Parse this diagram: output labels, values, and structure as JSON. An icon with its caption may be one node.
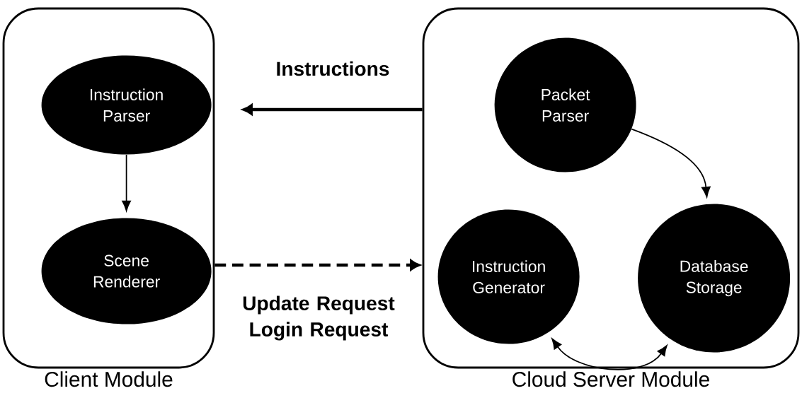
{
  "diagram": {
    "nodes": [
      {
        "text": [
          "Client Module"
        ]
      },
      {
        "text": [
          "Cloud Server Module"
        ]
      },
      {
        "text": [
          "Instruction Parser"
        ],
        "in": 0
      },
      {
        "text": [
          "Scene Renderer"
        ],
        "in": 0
      },
      {
        "text": [
          "Packet Parser"
        ],
        "in": 1
      },
      {
        "text": [
          "Instruction Generator"
        ],
        "in": 1
      },
      {
        "text": [
          "Database Storage"
        ],
        "in": 1
      }
    ],
    "edges": [
      {
        "from": 1,
        "to": 0,
        "arrow": "to",
        "label": "Instructions",
        "style": "thick"
      },
      {
        "from": 0,
        "to": 1,
        "arrow": "to",
        "label": "Update Request Login Request",
        "style": "dashed"
      },
      {
        "from": 2,
        "to": 3,
        "arrow": "to"
      },
      {
        "from": 4,
        "to": 6,
        "arrow": "to"
      },
      {
        "from": 5,
        "to": 6,
        "arrow": "both"
      }
    ]
  }
}
